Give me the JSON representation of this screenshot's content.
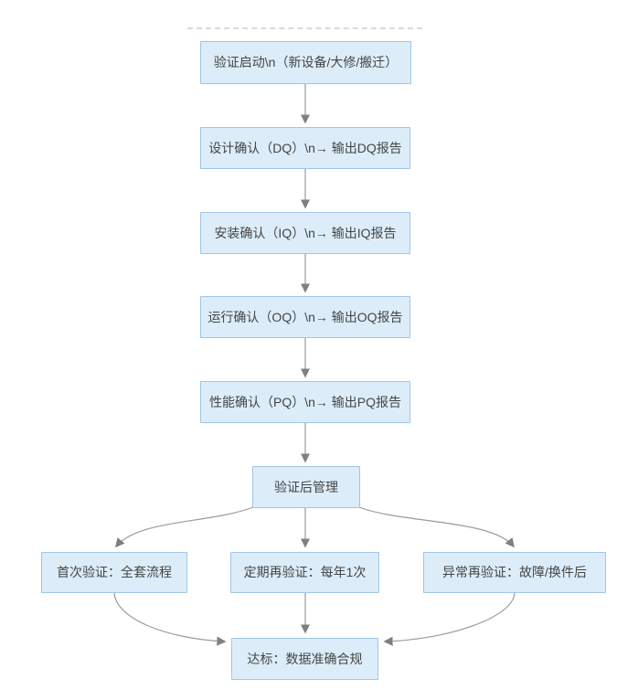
{
  "style": {
    "node_fill": "#dcedf9",
    "node_border": "#a0c4e8",
    "edge_color": "#9b9b9b",
    "arrowhead_color": "#7f7f7f",
    "text_color": "#454545",
    "background": "#ffffff"
  },
  "nodes": {
    "start": {
      "label": "验证启动\\n（新设备/大修/搬迁）"
    },
    "dq": {
      "label": "设计确认（DQ）\\n→ 输出DQ报告"
    },
    "iq": {
      "label": "安装确认（IQ）\\n→ 输出IQ报告"
    },
    "oq": {
      "label": "运行确认（OQ）\\n→ 输出OQ报告"
    },
    "pq": {
      "label": "性能确认（PQ）\\n→ 输出PQ报告"
    },
    "post": {
      "label": "验证后管理"
    },
    "first": {
      "label": "首次验证：全套流程"
    },
    "periodic": {
      "label": "定期再验证：每年1次"
    },
    "abnormal": {
      "label": "异常再验证：故障/换件后"
    },
    "done": {
      "label": "达标：数据准确合规"
    }
  },
  "edges": [
    {
      "from": "start",
      "to": "dq"
    },
    {
      "from": "dq",
      "to": "iq"
    },
    {
      "from": "iq",
      "to": "oq"
    },
    {
      "from": "oq",
      "to": "pq"
    },
    {
      "from": "pq",
      "to": "post"
    },
    {
      "from": "post",
      "to": "first"
    },
    {
      "from": "post",
      "to": "periodic"
    },
    {
      "from": "post",
      "to": "abnormal"
    },
    {
      "from": "first",
      "to": "done"
    },
    {
      "from": "periodic",
      "to": "done"
    },
    {
      "from": "abnormal",
      "to": "done"
    }
  ]
}
